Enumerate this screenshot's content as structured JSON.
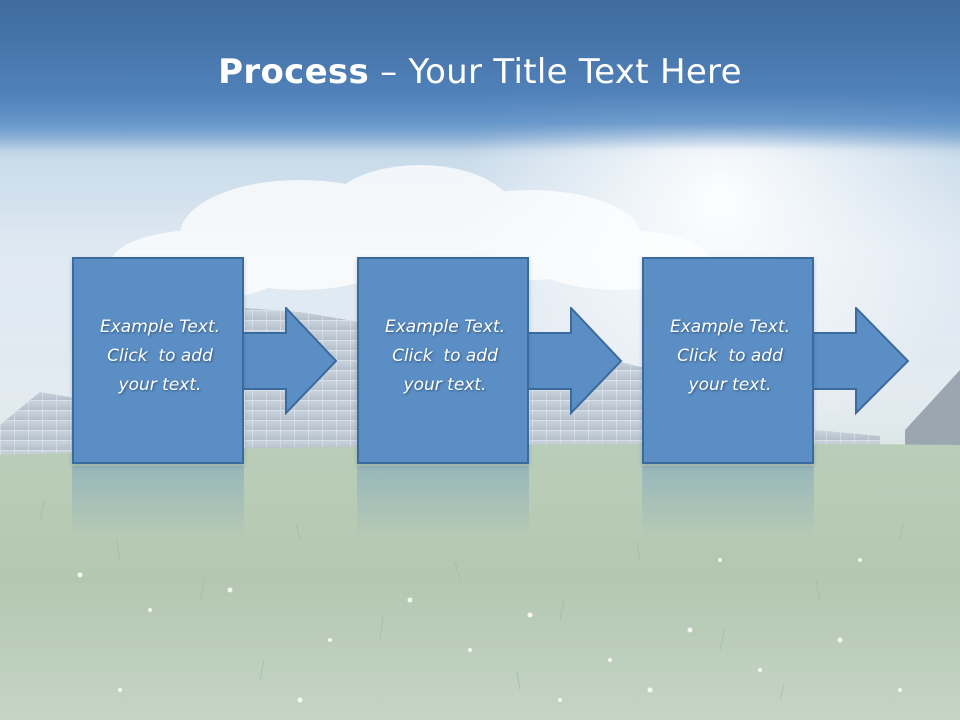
{
  "slide": {
    "title_bold": "Process",
    "title_rest": " – Your Title Text Here"
  },
  "steps": [
    {
      "line1": "Example Text.",
      "line2": "Click  to add",
      "line3": "your text."
    },
    {
      "line1": "Example Text.",
      "line2": "Click  to add",
      "line3": "your text."
    },
    {
      "line1": "Example Text.",
      "line2": "Click  to add",
      "line3": "your text."
    }
  ],
  "colors": {
    "box_fill": "#5b8ec4",
    "box_border": "#3b6a9c",
    "title_band": "#4f80b8"
  }
}
